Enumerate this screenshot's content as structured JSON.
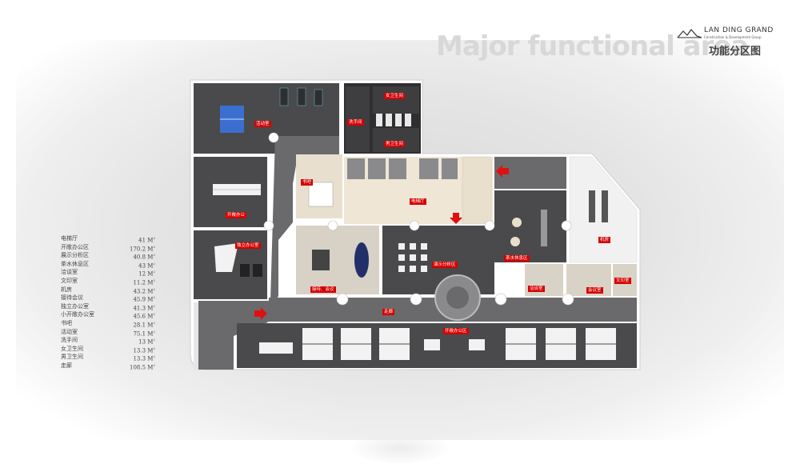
{
  "header": {
    "title_en": "Major functional area",
    "title_cn": "功能分区图",
    "logo_name": "LAN DING GRAND",
    "logo_sub": "Construction & Development Group"
  },
  "legend": [
    {
      "name": "电梯厅",
      "value": "41 M"
    },
    {
      "name": "开敞办公区",
      "value": "170.2 M"
    },
    {
      "name": "展示分析区",
      "value": "40.8 M"
    },
    {
      "name": "茶水休息区",
      "value": "43 M"
    },
    {
      "name": "洽谈室",
      "value": "12 M"
    },
    {
      "name": "文印室",
      "value": "11.2 M"
    },
    {
      "name": "机房",
      "value": "43.2 M"
    },
    {
      "name": "接待会议",
      "value": "45.9 M"
    },
    {
      "name": "独立办公室",
      "value": "41.3 M"
    },
    {
      "name": "小开敞办公室",
      "value": "45.6 M"
    },
    {
      "name": "书吧",
      "value": "28.1 M"
    },
    {
      "name": "活动室",
      "value": "75.1 M"
    },
    {
      "name": "洗手间",
      "value": "13 M"
    },
    {
      "name": "女卫生间",
      "value": "13.3 M"
    },
    {
      "name": "男卫生间",
      "value": "13.3 M"
    },
    {
      "name": "走廊",
      "value": "108.5 M"
    }
  ],
  "legend_unit_exp": "2",
  "rooms": {
    "activity": "活动室",
    "small_open_office": "开敞办公",
    "private_office": "独立办公室",
    "washroom": "洗手间",
    "female_wc": "女卫生间",
    "male_wc": "男卫生间",
    "book_bar": "书吧",
    "elevator_hall": "电梯厅",
    "machine_room": "机房",
    "tea_area": "茶水休息区",
    "display_area": "演示分析区",
    "reception": "接待、会议",
    "corridor": "走廊",
    "open_office": "开敞办公区",
    "negotiation": "洽谈室",
    "meeting2": "会议室",
    "print_room": "文印室"
  },
  "colors": {
    "floor_dark": "#4a4a4c",
    "wall": "#ffffff",
    "corridor": "#6a6a6c",
    "wood": "#e9dfcd",
    "label": "#d40000",
    "arrow": "#e01010"
  }
}
